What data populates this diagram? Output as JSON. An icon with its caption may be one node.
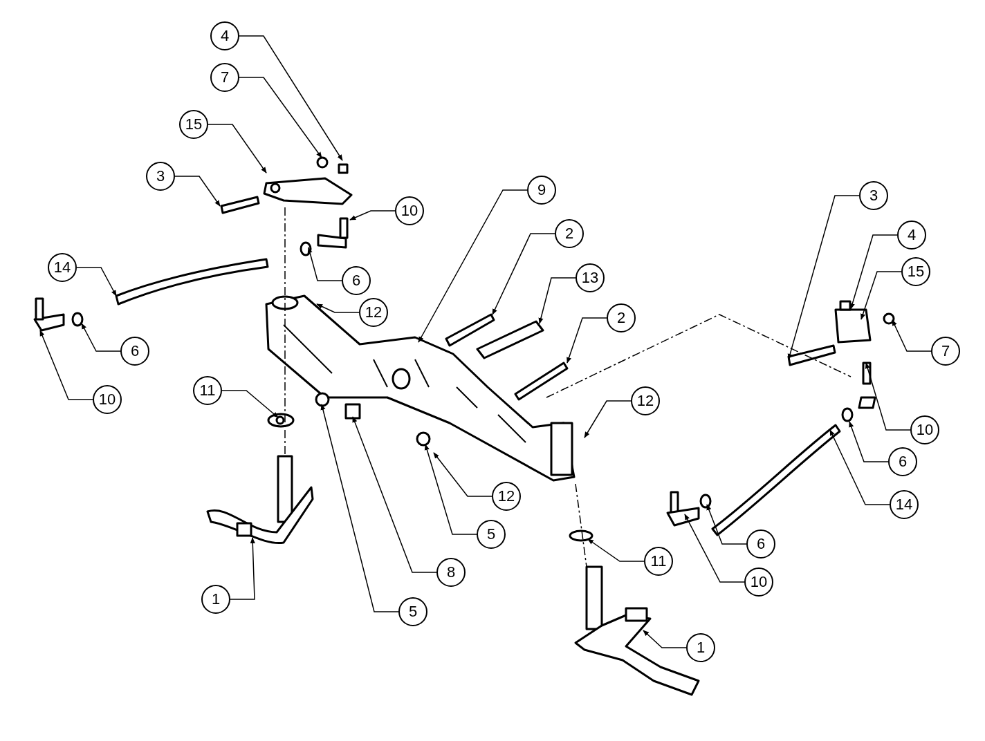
{
  "diagram": {
    "nodes": [
      {
        "text": [
          "4"
        ]
      },
      {
        "text": [
          "7"
        ]
      },
      {
        "text": [
          "15"
        ]
      },
      {
        "text": [
          "3"
        ]
      },
      {
        "text": [
          "10"
        ]
      },
      {
        "text": [
          "14"
        ]
      },
      {
        "text": [
          "6"
        ]
      },
      {
        "text": [
          "12"
        ]
      },
      {
        "text": [
          "6"
        ]
      },
      {
        "text": [
          "10"
        ]
      },
      {
        "text": [
          "11"
        ]
      },
      {
        "text": [
          "9"
        ]
      },
      {
        "text": [
          "2"
        ]
      },
      {
        "text": [
          "13"
        ]
      },
      {
        "text": [
          "2"
        ]
      },
      {
        "text": [
          "3"
        ]
      },
      {
        "text": [
          "4"
        ]
      },
      {
        "text": [
          "15"
        ]
      },
      {
        "text": [
          "7"
        ]
      },
      {
        "text": [
          "12"
        ]
      },
      {
        "text": [
          "10"
        ]
      },
      {
        "text": [
          "6"
        ]
      },
      {
        "text": [
          "14"
        ]
      },
      {
        "text": [
          "12"
        ]
      },
      {
        "text": [
          "5"
        ]
      },
      {
        "text": [
          "8"
        ]
      },
      {
        "text": [
          "5"
        ]
      },
      {
        "text": [
          "1"
        ]
      },
      {
        "text": [
          "11"
        ]
      },
      {
        "text": [
          "6"
        ]
      },
      {
        "text": [
          "10"
        ]
      },
      {
        "text": [
          "1"
        ]
      }
    ],
    "edges": [
      {
        "from": 0,
        "to": null,
        "arrow": "to"
      },
      {
        "from": 1,
        "to": null,
        "arrow": "to"
      },
      {
        "from": 2,
        "to": null,
        "arrow": "to"
      },
      {
        "from": 3,
        "to": null,
        "arrow": "to"
      },
      {
        "from": 4,
        "to": null,
        "arrow": "to"
      },
      {
        "from": 5,
        "to": null,
        "arrow": "to"
      },
      {
        "from": 6,
        "to": null,
        "arrow": "to"
      },
      {
        "from": 7,
        "to": null,
        "arrow": "to"
      },
      {
        "from": 8,
        "to": null,
        "arrow": "to"
      },
      {
        "from": 9,
        "to": null,
        "arrow": "to"
      },
      {
        "from": 10,
        "to": null,
        "arrow": "to"
      },
      {
        "from": 11,
        "to": null,
        "arrow": "to"
      },
      {
        "from": 12,
        "to": null,
        "arrow": "to"
      },
      {
        "from": 13,
        "to": null,
        "arrow": "to"
      },
      {
        "from": 14,
        "to": null,
        "arrow": "to"
      },
      {
        "from": 15,
        "to": null,
        "arrow": "to"
      },
      {
        "from": 16,
        "to": null,
        "arrow": "to"
      },
      {
        "from": 17,
        "to": null,
        "arrow": "to"
      },
      {
        "from": 18,
        "to": null,
        "arrow": "to"
      },
      {
        "from": 19,
        "to": null,
        "arrow": "to"
      },
      {
        "from": 20,
        "to": null,
        "arrow": "to"
      },
      {
        "from": 21,
        "to": null,
        "arrow": "to"
      },
      {
        "from": 22,
        "to": null,
        "arrow": "to"
      },
      {
        "from": 23,
        "to": null,
        "arrow": "to"
      },
      {
        "from": 24,
        "to": null,
        "arrow": "to"
      },
      {
        "from": 25,
        "to": null,
        "arrow": "to"
      },
      {
        "from": 26,
        "to": null,
        "arrow": "to"
      },
      {
        "from": 27,
        "to": null,
        "arrow": "to"
      },
      {
        "from": 28,
        "to": null,
        "arrow": "to"
      },
      {
        "from": 29,
        "to": null,
        "arrow": "to"
      },
      {
        "from": 30,
        "to": null,
        "arrow": "to"
      },
      {
        "from": 31,
        "to": null,
        "arrow": "to"
      }
    ]
  }
}
